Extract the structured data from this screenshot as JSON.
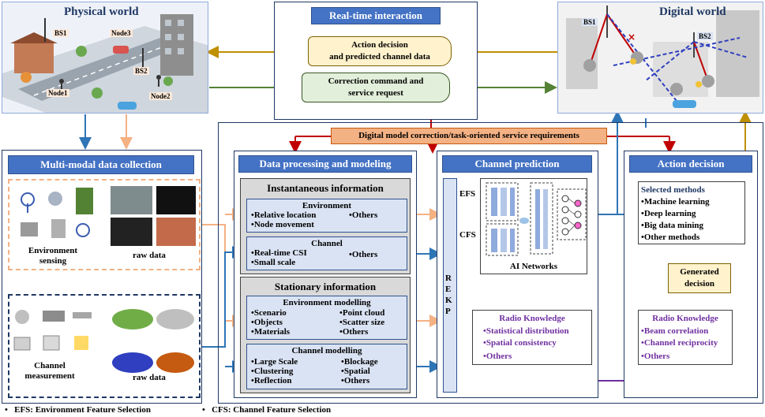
{
  "physical_world": {
    "title": "Physical world",
    "bs1": "BS1",
    "bs2": "BS2",
    "node1": "Node1",
    "node2": "Node2",
    "node3": "Node3"
  },
  "digital_world": {
    "title": "Digital world",
    "bs1": "BS1",
    "bs2": "BS2"
  },
  "real_time": {
    "title": "Real-time interaction",
    "action_decision": "Action decision",
    "action_decision_2": "and predicted channel data",
    "correction": "Correction command and",
    "correction_2": "service request"
  },
  "digital_model_bar": "Digital model correction/task-oriented service requirements",
  "multimodal": {
    "title": "Multi-modal data collection",
    "env_sensing": "Environment",
    "env_sensing_2": "sensing",
    "raw_data_1": "raw data",
    "channel_measure": "Channel",
    "channel_measure_2": "measurement",
    "raw_data_2": "raw data"
  },
  "data_processing": {
    "title": "Data processing and modeling",
    "instantaneous": "Instantaneous information",
    "env_title": "Environment",
    "env_items": [
      "•Relative location",
      "•Node movement"
    ],
    "env_others": "•Others",
    "channel_title": "Channel",
    "channel_items": [
      "•Real-time CSI",
      "•Small scale"
    ],
    "channel_others": "•Others",
    "stationary": "Stationary information",
    "env_model_title": "Environment modelling",
    "env_model_left": [
      "•Scenario",
      "•Objects",
      "•Materials"
    ],
    "env_model_right": [
      "•Point cloud",
      "•Scatter size",
      "•Others"
    ],
    "chan_model_title": "Channel modelling",
    "chan_model_left": [
      "•Large Scale",
      "•Clustering",
      "•Reflection"
    ],
    "chan_model_right": [
      "•Blockage",
      "•Spatial",
      "•Others"
    ]
  },
  "channel_prediction": {
    "title": "Channel prediction",
    "efs": "EFS",
    "cfs": "CFS",
    "rekp": [
      "R",
      "E",
      "K",
      "P"
    ],
    "ai_networks": "AI Networks",
    "radio_title": "Radio Knowledge",
    "radio_items": [
      "•Statistical distribution",
      "•Spatial consistency",
      "•Others"
    ]
  },
  "action_decision": {
    "title": "Action decision",
    "selected_title": "Selected methods",
    "selected_items": [
      "•Machine learning",
      "•Deep learning",
      "•Big data mining",
      "•Other methods"
    ],
    "generated": "Generated",
    "generated_2": "decision",
    "radio_title": "Radio Knowledge",
    "radio_items": [
      "•Beam correlation",
      "•Channel reciprocity",
      "•Others"
    ]
  },
  "footnotes": [
    "EFS: Environment Feature Selection",
    "CFS: Channel Feature Selection"
  ]
}
